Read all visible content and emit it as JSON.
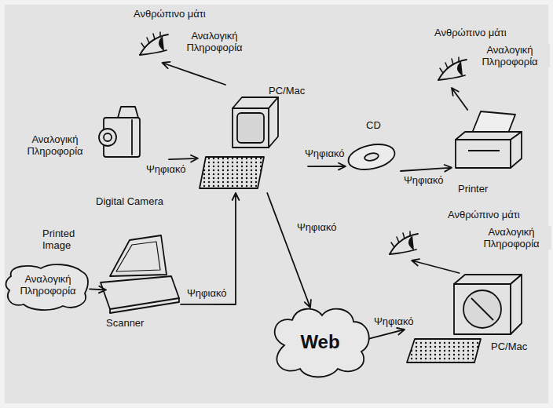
{
  "diagram": {
    "nodes": [
      {
        "text": [
          "Ανθρώπινο μάτι"
        ]
      },
      {
        "text": [
          "Ανθρώπινο μάτι"
        ]
      },
      {
        "text": [
          "PC/Mac"
        ]
      },
      {
        "text": [
          "Digital Camera"
        ]
      },
      {
        "text": [
          "CD"
        ]
      },
      {
        "text": [
          "Printer"
        ]
      },
      {
        "text": [
          "Printed Image",
          "Αναλογική Πληροφορία"
        ]
      },
      {
        "text": [
          "Ανθρώπινο μάτι"
        ]
      },
      {
        "text": [
          "Scanner"
        ]
      },
      {
        "text": [
          "Web"
        ]
      },
      {
        "text": [
          "PC/Mac"
        ]
      }
    ],
    "edges": [
      {
        "from": 3,
        "to": 2,
        "arrow": "to",
        "label": "Ψηφιακό"
      },
      {
        "from": 2,
        "to": 0,
        "arrow": "to",
        "label": "Αναλογική Πληροφορία"
      },
      {
        "from": 2,
        "to": 4,
        "arrow": "to",
        "label": "Ψηφιακό"
      },
      {
        "from": 4,
        "to": 5,
        "arrow": "to",
        "label": "Ψηφιακό"
      },
      {
        "from": 5,
        "to": 1,
        "arrow": "to",
        "label": "Αναλογική Πληροφορία"
      },
      {
        "from": 6,
        "to": 8,
        "arrow": "to"
      },
      {
        "from": 8,
        "to": 2,
        "arrow": "to",
        "label": "Ψηφιακό"
      },
      {
        "from": 2,
        "to": 9,
        "arrow": "to",
        "label": "Ψηφιακό"
      },
      {
        "from": 9,
        "to": 10,
        "arrow": "to",
        "label": "Ψηφιακό"
      },
      {
        "from": 10,
        "to": 7,
        "arrow": "to",
        "label": "Αναλογική Πληροφορία"
      }
    ],
    "labels": [
      "Αναλογική Πληροφορία"
    ]
  }
}
